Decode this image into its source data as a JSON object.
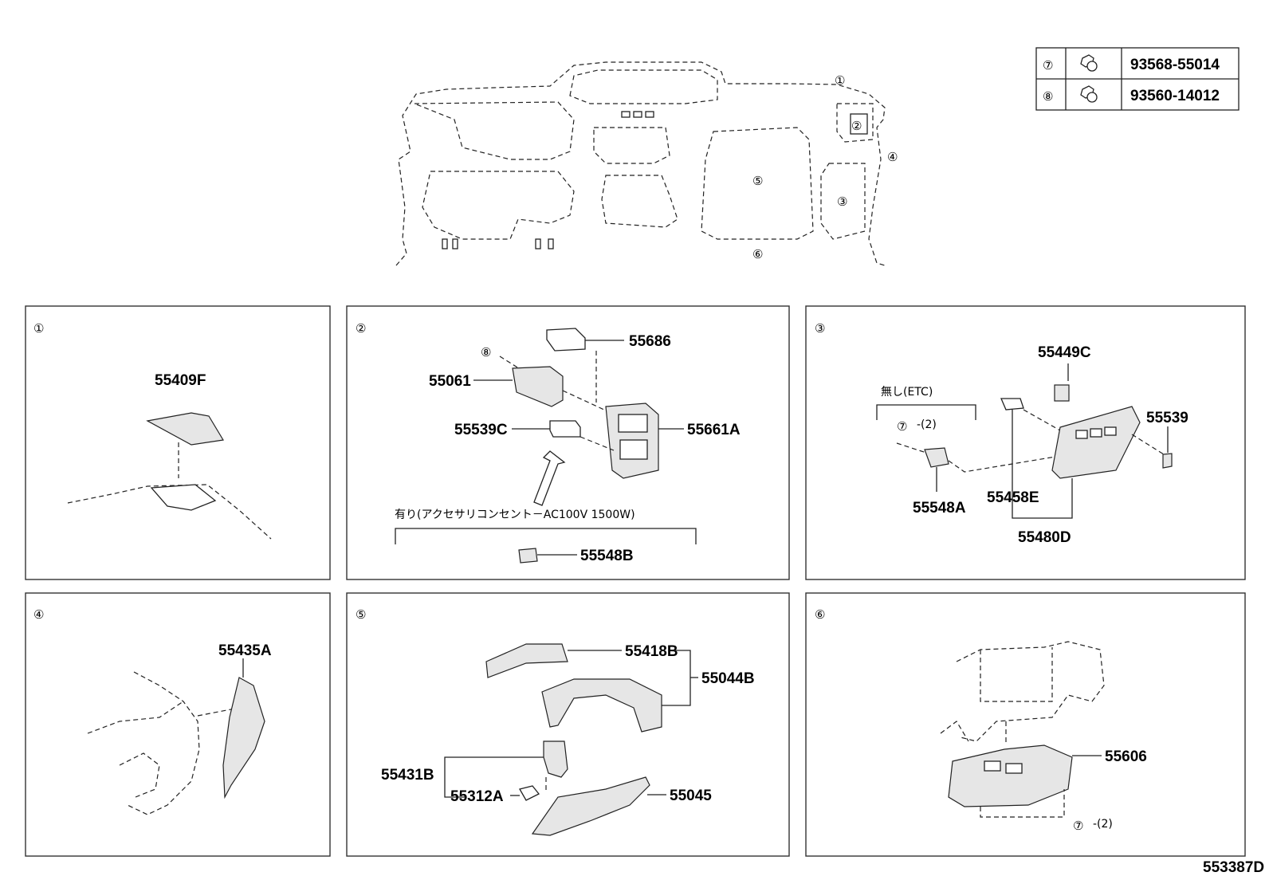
{
  "legend": {
    "rows": [
      {
        "ref": "⑦",
        "part": "93568-55014",
        "icon": "screw-icon"
      },
      {
        "ref": "⑧",
        "part": "93560-14012",
        "icon": "screw-icon"
      }
    ]
  },
  "overview": {
    "callouts": [
      "①",
      "②",
      "③",
      "④",
      "⑤",
      "⑥"
    ]
  },
  "panels": [
    {
      "index": "①",
      "parts": [
        "55409F"
      ]
    },
    {
      "index": "②",
      "parts": [
        "55686",
        "55061",
        "55539C",
        "55661A",
        "55548B"
      ],
      "fastener_ref": "⑧",
      "note": "有り(アクセサリコンセント－AC100V 1500W)"
    },
    {
      "index": "③",
      "parts": [
        "55449C",
        "55539",
        "55548A",
        "55458E",
        "55480D"
      ],
      "fastener_ref": "⑦",
      "fastener_qty": "-(2)",
      "note": "無し(ETC)"
    },
    {
      "index": "④",
      "parts": [
        "55435A"
      ]
    },
    {
      "index": "⑤",
      "parts": [
        "55418B",
        "55044B",
        "55431B",
        "55312A",
        "55045"
      ]
    },
    {
      "index": "⑥",
      "parts": [
        "55606"
      ],
      "fastener_ref": "⑦",
      "fastener_qty": "-(2)"
    }
  ],
  "figure_id": "553387D"
}
